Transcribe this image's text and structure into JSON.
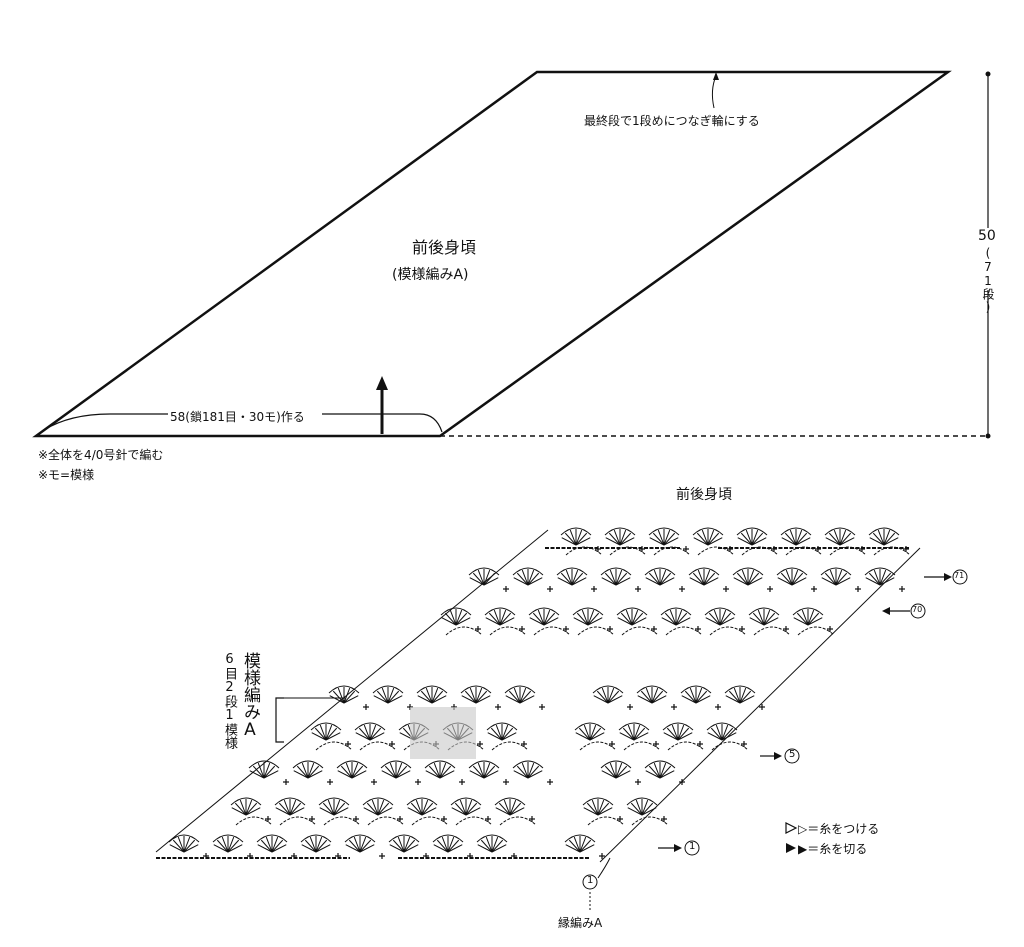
{
  "top": {
    "title": "前後身頃",
    "subtitle": "(模様編みA)",
    "join_note": "最終段で1段めにつなぎ輪にする",
    "height_measure": "50",
    "height_rows": "(71段)",
    "base_measure": "58(鎖181目・30モ)作る"
  },
  "notes": {
    "line1": "※全体を4/0号針で編む",
    "line2": "※モ=模様"
  },
  "chart": {
    "title": "前後身頃",
    "repeat_label": "模様編みA",
    "repeat_size": "6目2段1模様",
    "row_71": "71",
    "row_70": "70",
    "row_5": "5",
    "row_1": "1",
    "start_marker": "1",
    "edge_label": "縁編みA"
  },
  "legend": {
    "attach": "▷＝糸をつける",
    "cut": "▶＝糸を切る"
  }
}
